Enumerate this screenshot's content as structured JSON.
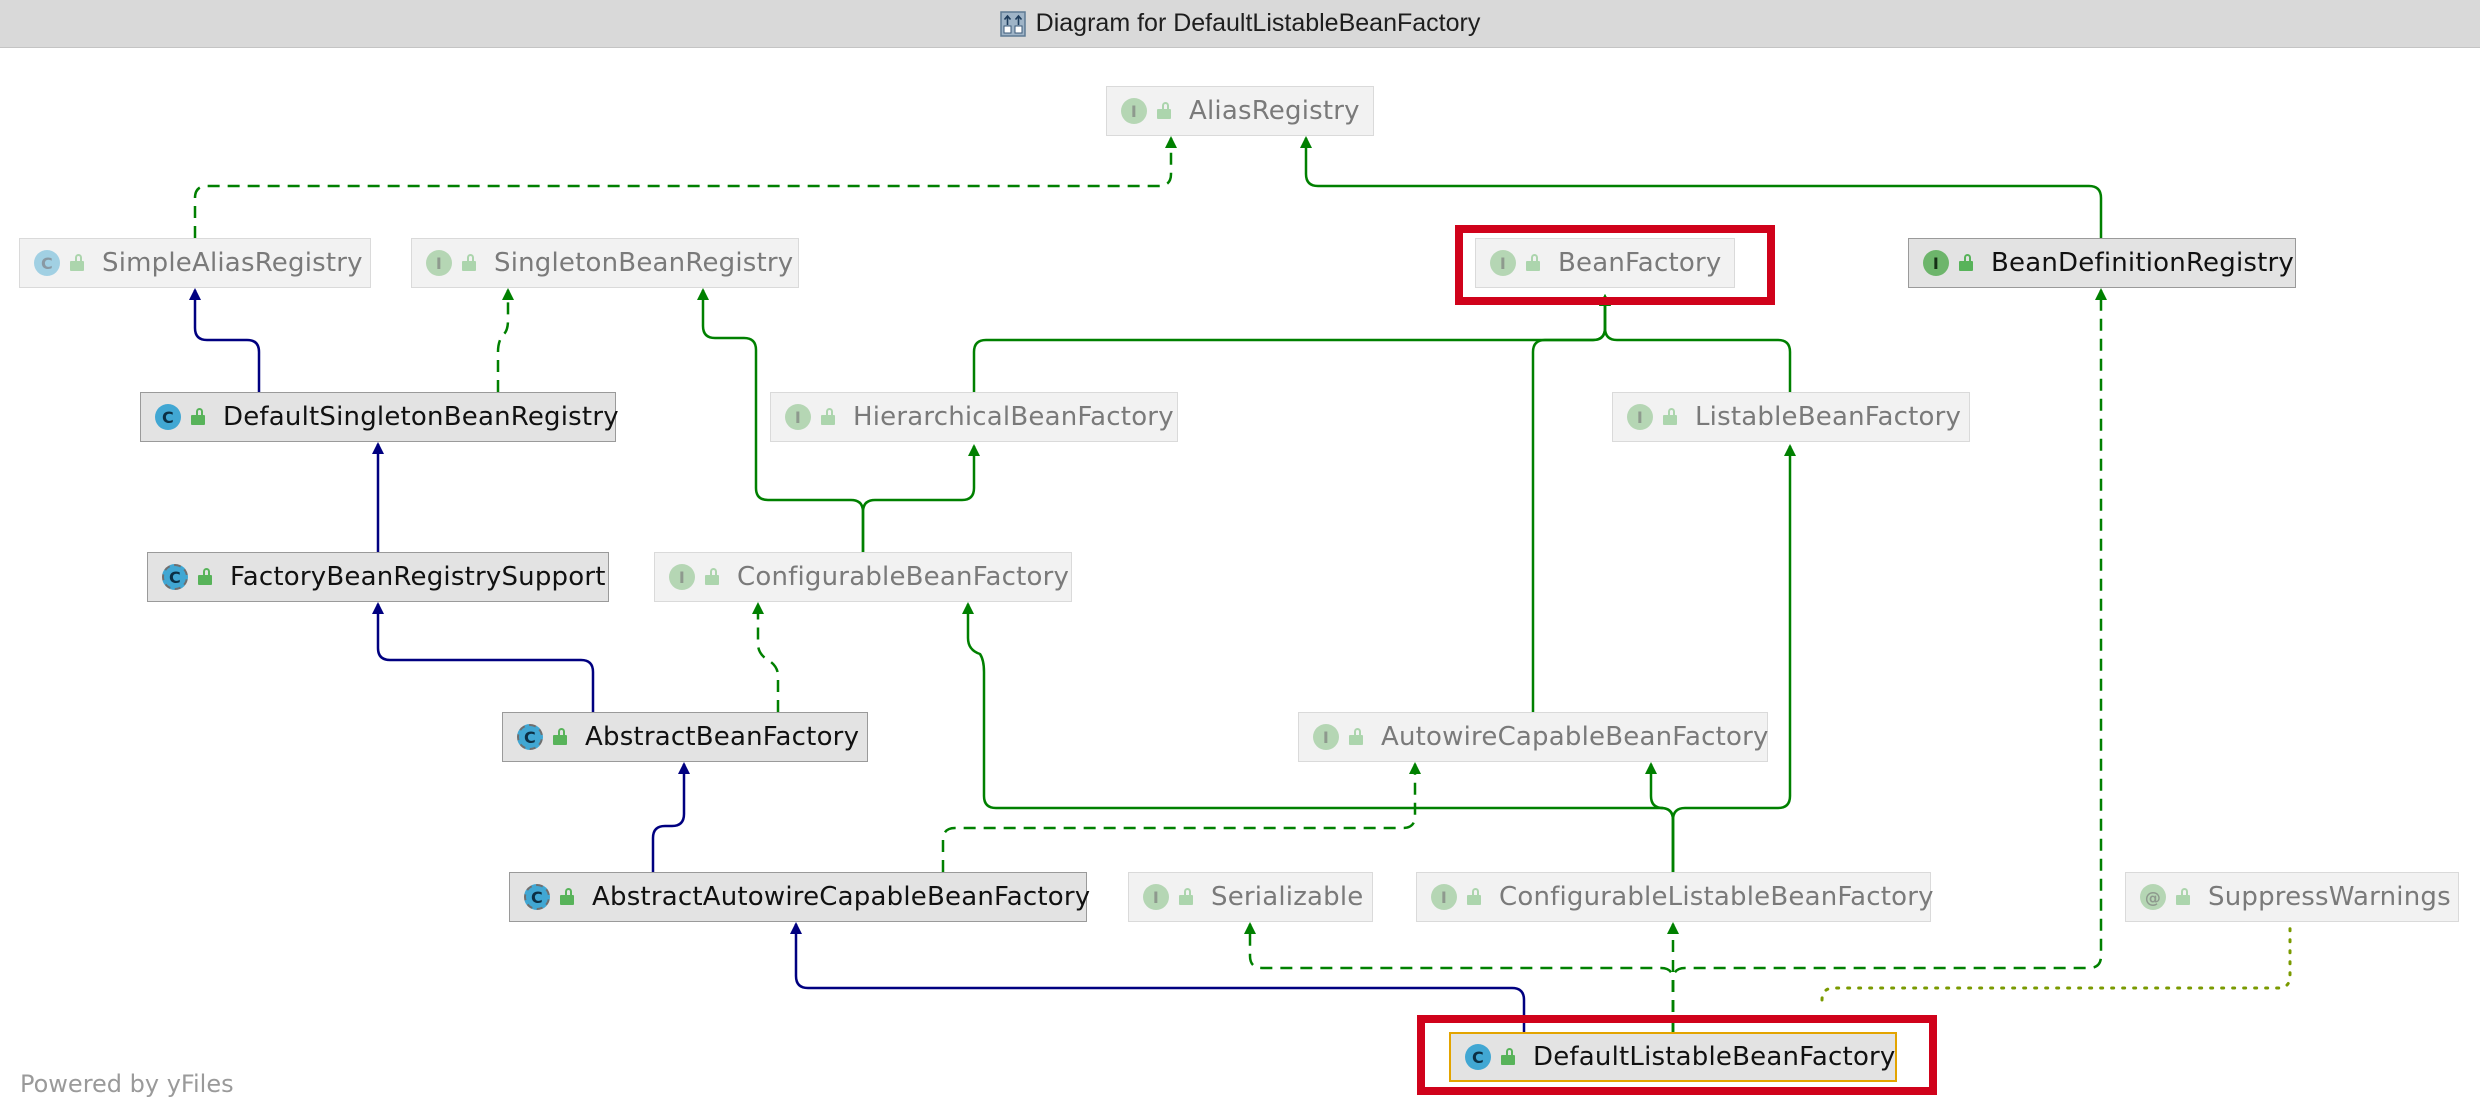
{
  "window": {
    "title": "Diagram for DefaultListableBeanFactory",
    "title_icon": "uml-diagram-icon"
  },
  "footer": {
    "powered_by": "Powered by yFiles"
  },
  "colors": {
    "interface_inheritance": "#008000",
    "class_inheritance": "#000080",
    "annotation_link": "#7a9a00",
    "highlight": "#d0021b"
  },
  "nodes": {
    "alias_registry": {
      "label": "AliasRegistry",
      "kind": "interface",
      "badge": "I"
    },
    "simple_alias_registry": {
      "label": "SimpleAliasRegistry",
      "kind": "class",
      "badge": "C"
    },
    "singleton_bean_registry": {
      "label": "SingletonBeanRegistry",
      "kind": "interface",
      "badge": "I"
    },
    "bean_factory": {
      "label": "BeanFactory",
      "kind": "interface",
      "badge": "I"
    },
    "bean_definition_registry": {
      "label": "BeanDefinitionRegistry",
      "kind": "interface",
      "badge": "I"
    },
    "default_singleton_bean_registry": {
      "label": "DefaultSingletonBeanRegistry",
      "kind": "class",
      "badge": "C"
    },
    "hierarchical_bean_factory": {
      "label": "HierarchicalBeanFactory",
      "kind": "interface",
      "badge": "I"
    },
    "listable_bean_factory": {
      "label": "ListableBeanFactory",
      "kind": "interface",
      "badge": "I"
    },
    "factory_bean_registry_support": {
      "label": "FactoryBeanRegistrySupport",
      "kind": "abstract-class",
      "badge": "C"
    },
    "configurable_bean_factory": {
      "label": "ConfigurableBeanFactory",
      "kind": "interface",
      "badge": "I"
    },
    "abstract_bean_factory": {
      "label": "AbstractBeanFactory",
      "kind": "abstract-class",
      "badge": "C"
    },
    "autowire_capable_bean_factory": {
      "label": "AutowireCapableBeanFactory",
      "kind": "interface",
      "badge": "I"
    },
    "abstract_autowire_capable_bean_factory": {
      "label": "AbstractAutowireCapableBeanFactory",
      "kind": "abstract-class",
      "badge": "C"
    },
    "serializable": {
      "label": "Serializable",
      "kind": "interface",
      "badge": "I"
    },
    "configurable_listable_bean_factory": {
      "label": "ConfigurableListableBeanFactory",
      "kind": "interface",
      "badge": "I"
    },
    "suppress_warnings": {
      "label": "SuppressWarnings",
      "kind": "annotation",
      "badge": "@"
    },
    "default_listable_bean_factory": {
      "label": "DefaultListableBeanFactory",
      "kind": "class",
      "badge": "C"
    }
  }
}
